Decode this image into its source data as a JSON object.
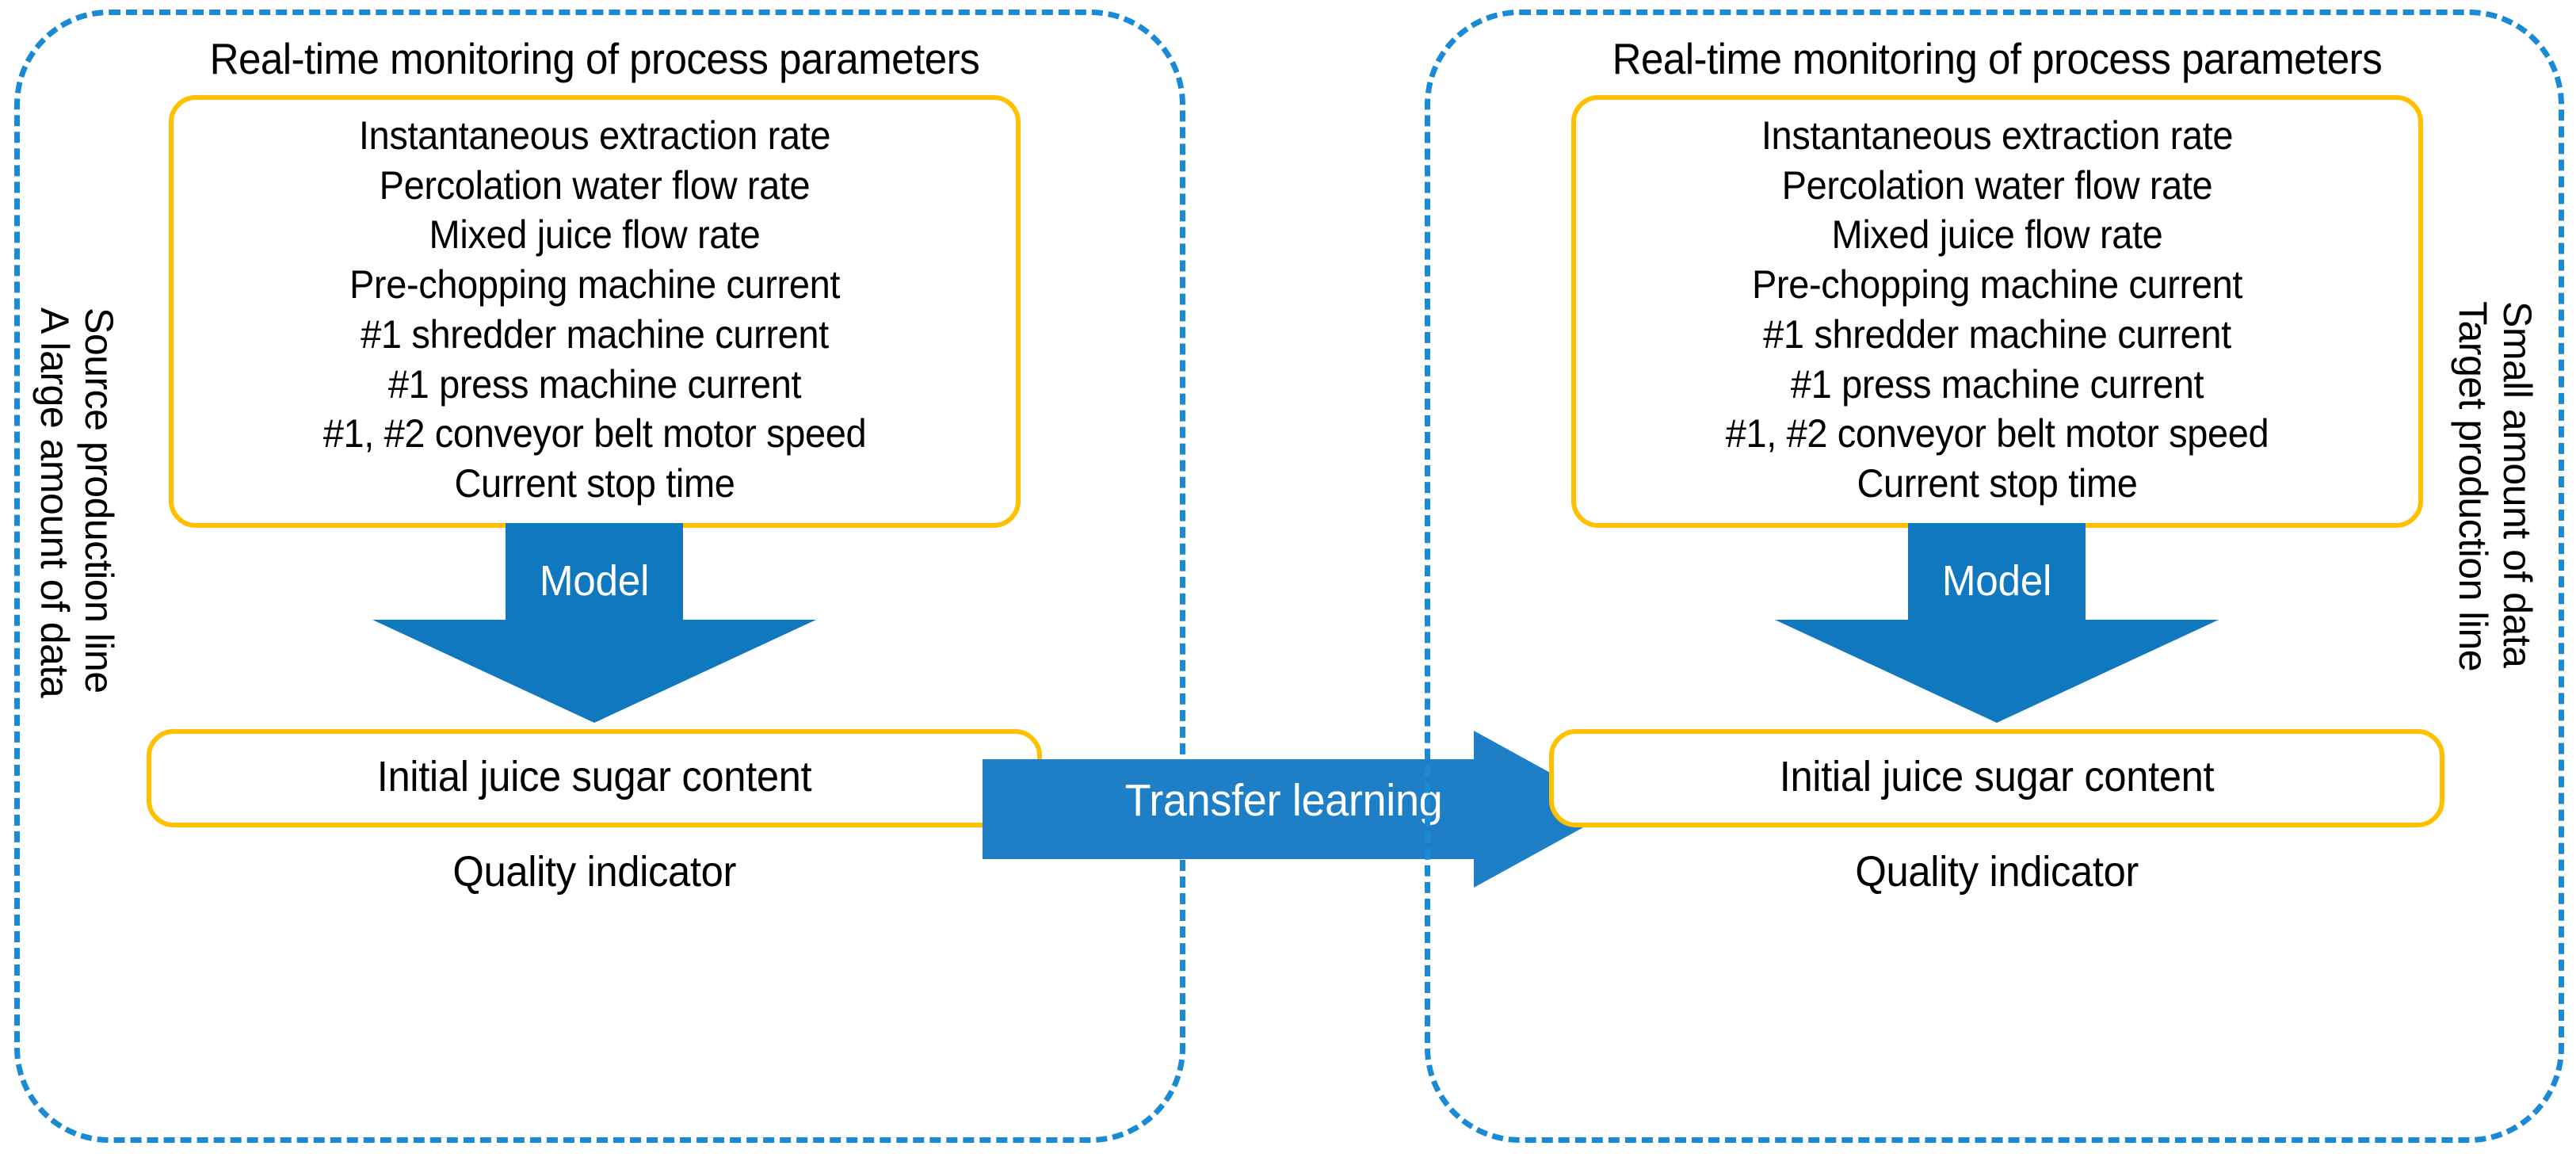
{
  "colors": {
    "panel_border": "#1A8AD4",
    "box_border": "#FFC000",
    "arrow_blue": "#0F78BE",
    "transfer_arrow_blue": "#1F7FC6",
    "text": "#000000",
    "arrow_text": "#FFFFFF",
    "background": "#FFFFFF"
  },
  "source_panel": {
    "heading": "Real-time monitoring of process parameters",
    "parameters": [
      "Instantaneous extraction rate",
      "Percolation water flow rate",
      "Mixed juice flow rate",
      "Pre-chopping machine current",
      "#1 shredder machine current",
      "#1 press machine current",
      "#1, #2 conveyor belt motor speed",
      "Current stop time"
    ],
    "model_arrow_label": "Model",
    "outcome": "Initial juice sugar content",
    "footer": "Quality indicator",
    "side_label_line": "Source production line",
    "side_label_data": "A large amount of data"
  },
  "target_panel": {
    "heading": "Real-time monitoring of process parameters",
    "parameters": [
      "Instantaneous extraction rate",
      "Percolation water flow rate",
      "Mixed juice flow rate",
      "Pre-chopping machine current",
      "#1 shredder machine current",
      "#1 press machine current",
      "#1, #2 conveyor belt motor speed",
      "Current stop time"
    ],
    "model_arrow_label": "Model",
    "outcome": "Initial juice sugar content",
    "footer": "Quality indicator",
    "side_label_line": "Target production line",
    "side_label_data": "Small amount of data"
  },
  "transfer": {
    "label": "Transfer learning"
  }
}
